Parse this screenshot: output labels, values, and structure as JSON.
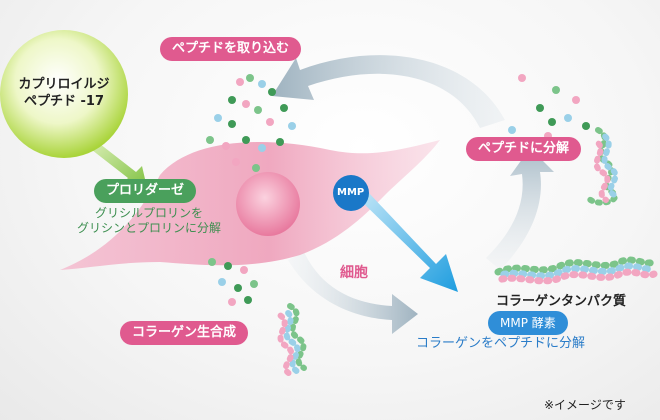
{
  "ingredient": {
    "line1": "カプリロイルジ",
    "line2": "ペプチド -17"
  },
  "labels": {
    "peptide_uptake": "ペプチドを取り込む",
    "prolidase": "プロリダーゼ",
    "prolidase_desc_line1": "グリシルプロリンを",
    "prolidase_desc_line2": "グリシンとプロリンに分解",
    "mmp_badge": "MMP",
    "cell": "細胞",
    "peptide_breakdown": "ペプチドに分解",
    "collagen_protein": "コラーゲンタンパク質",
    "mmp_enzyme": "MMP 酵素",
    "collagen_to_peptide": "コラーゲンをペプチドに分解",
    "collagen_synthesis": "コラーゲン生合成",
    "image_note": "※イメージです"
  },
  "colors": {
    "pink_label": "#e05a8f",
    "green_label": "#4aa05c",
    "blue_label": "#2f8ed8",
    "cell_pink": "#f0a6bf",
    "ingredient_circle": "#b9dc4a",
    "arrow_gray": "#9fb3c0",
    "arrow_blue": "#2fa6e0",
    "arrow_green": "#7fc241"
  }
}
